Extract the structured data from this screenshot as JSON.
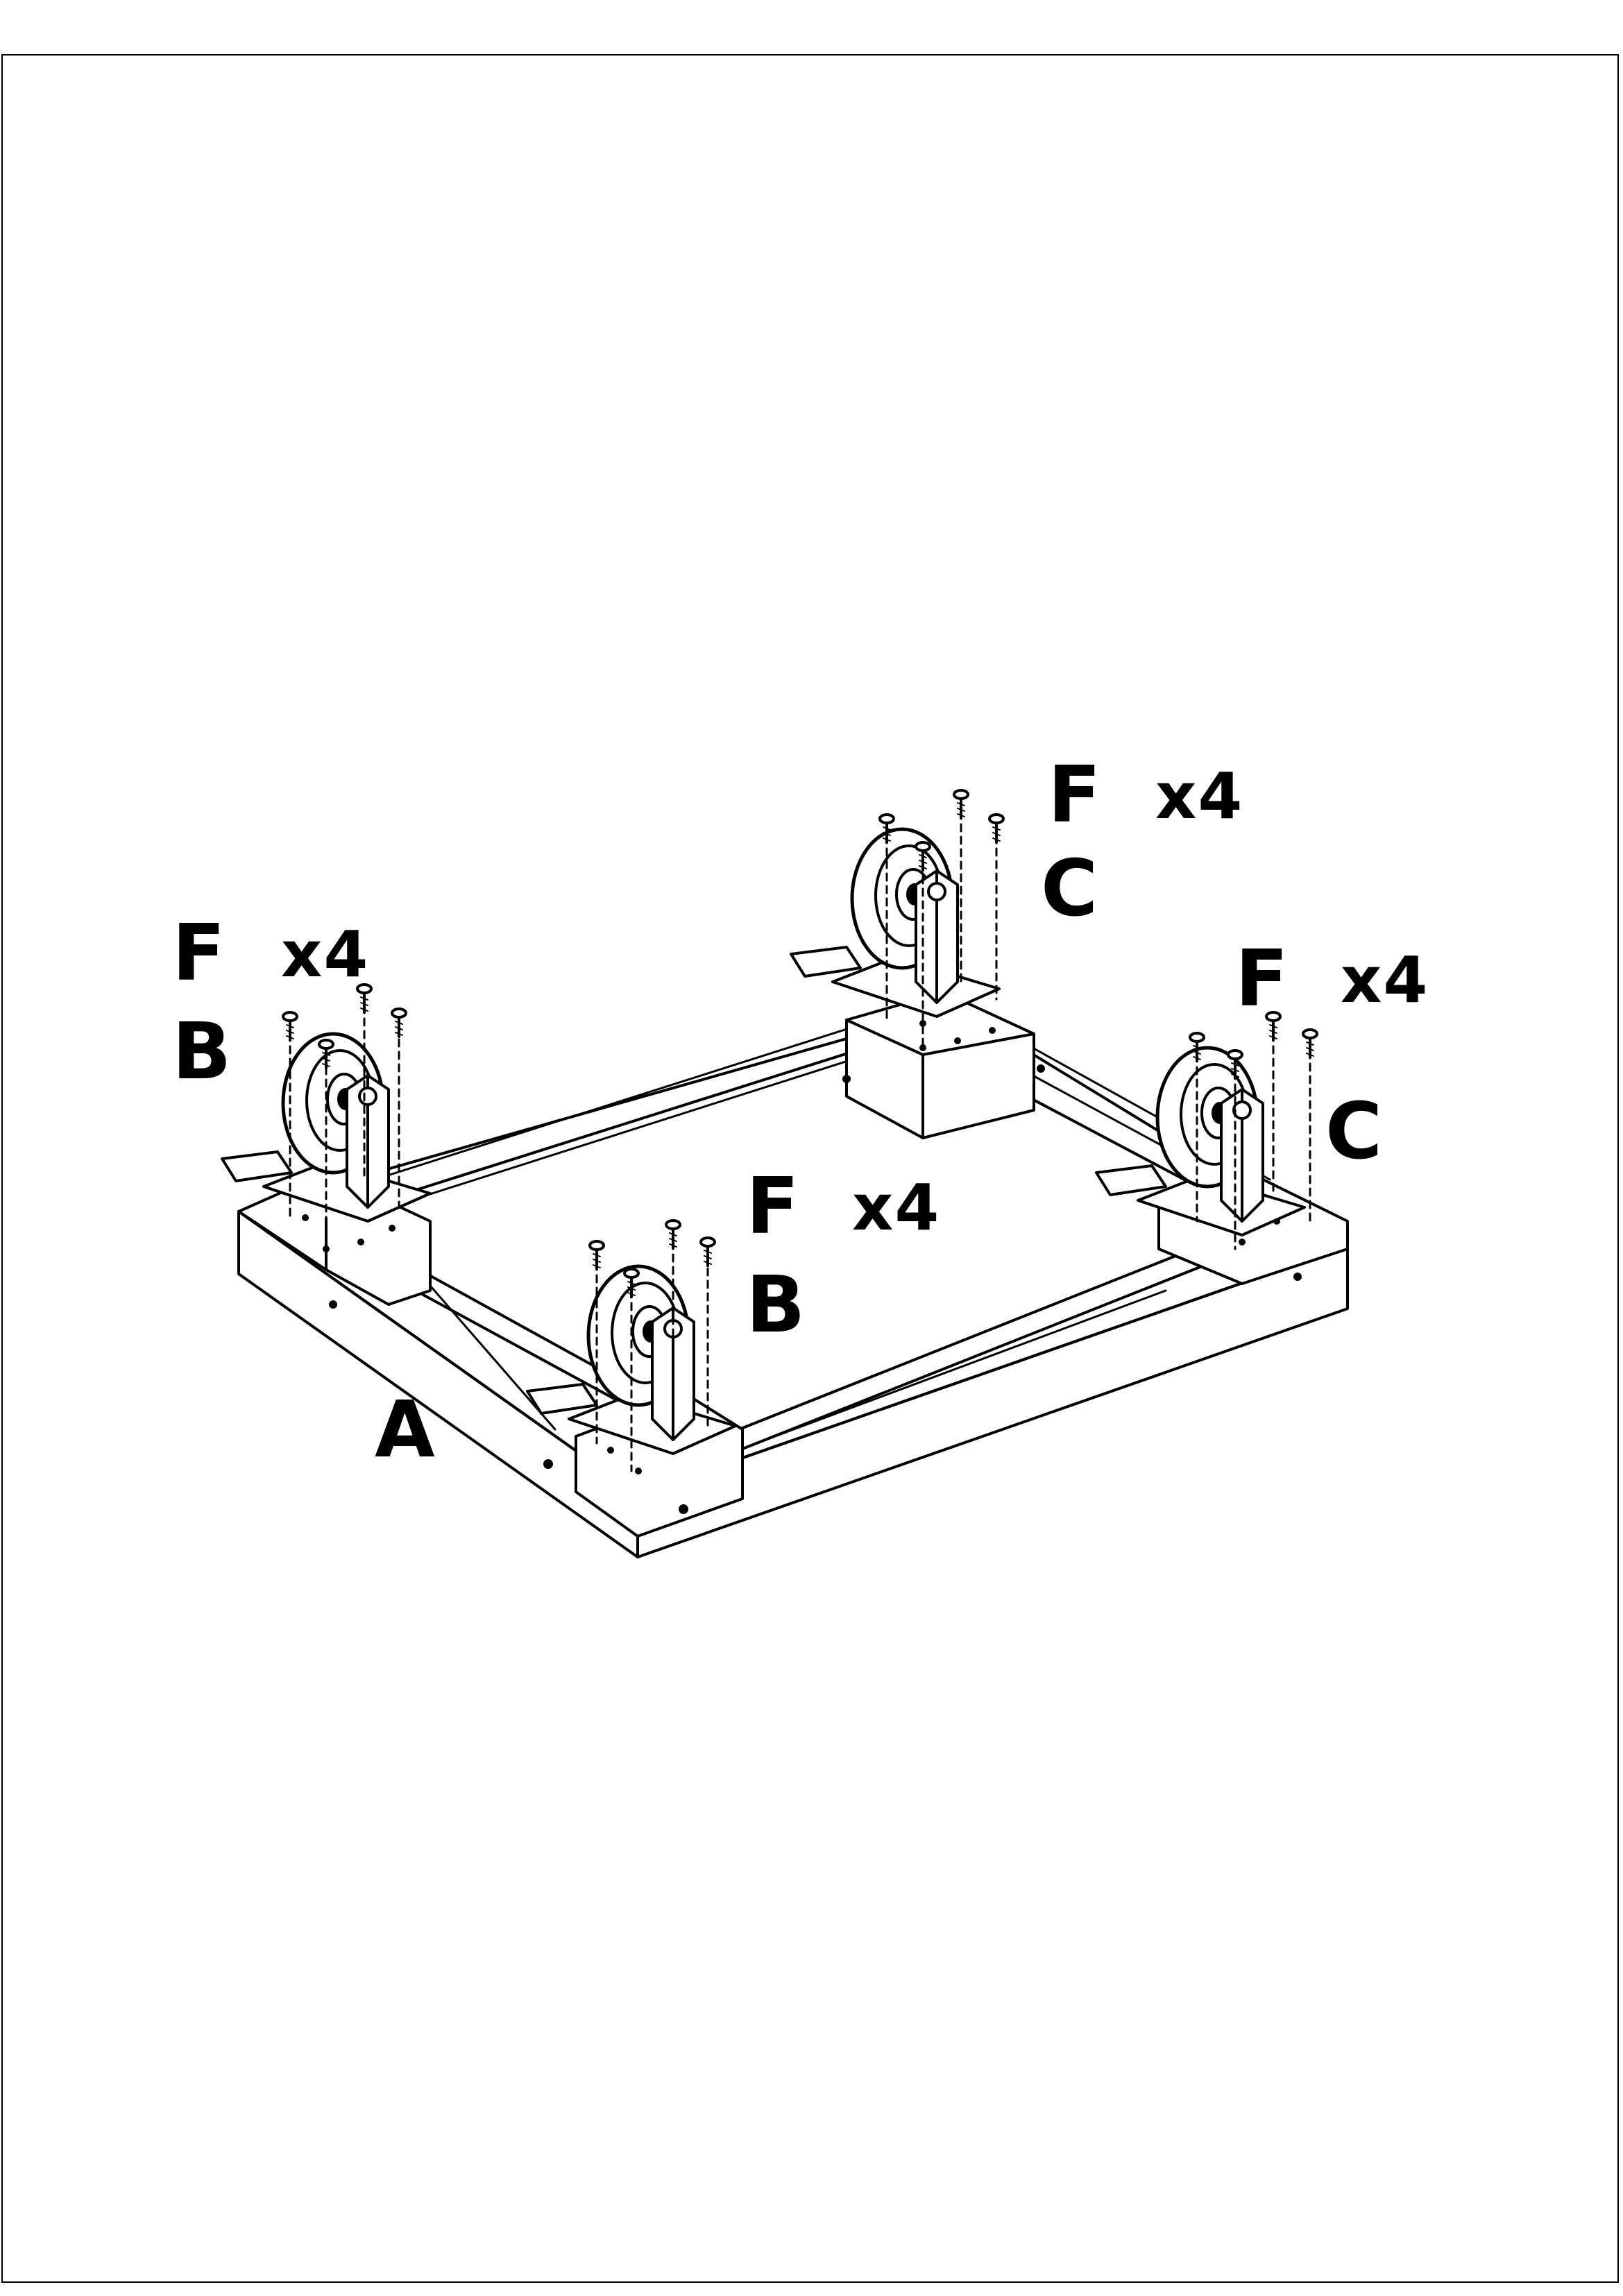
{
  "labels": {
    "frame_part": "A",
    "caster_top_left": {
      "part": "B",
      "fastener": "F",
      "qty": "x4"
    },
    "caster_front": {
      "part": "B",
      "fastener": "F",
      "qty": "x4"
    },
    "caster_back": {
      "part": "C",
      "fastener": "F",
      "qty": "x4"
    },
    "caster_right": {
      "part": "C",
      "fastener": "F",
      "qty": "x4"
    }
  },
  "colors": {
    "line": "#000000",
    "background": "#ffffff"
  }
}
